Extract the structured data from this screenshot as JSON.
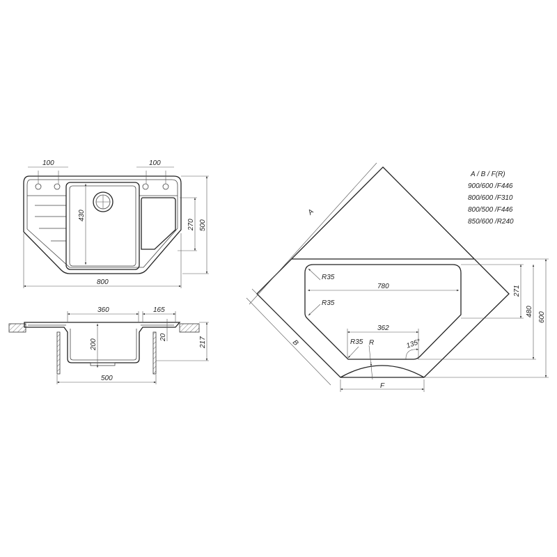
{
  "top_view": {
    "dim_hole_left": "100",
    "dim_hole_right": "100",
    "dim_width": "800",
    "dim_depth": "500",
    "dim_small_bowl": "270",
    "dim_bowl_length": "430"
  },
  "section_view": {
    "dim_bowl_width": "360",
    "dim_small_width": "165",
    "dim_bowl_depth": "200",
    "dim_small_depth": "20",
    "dim_total_height": "217",
    "dim_cabinet": "500"
  },
  "cutout_view": {
    "label_a": "A",
    "label_b": "B",
    "label_f": "F",
    "label_r": "R",
    "dim_780": "780",
    "dim_362": "362",
    "dim_271": "271",
    "dim_480": "480",
    "dim_600": "600",
    "radius_1": "R35",
    "radius_2": "R35",
    "radius_3": "R35",
    "angle": "135°"
  },
  "size_table": {
    "header": "A / B / F(R)",
    "rows": [
      "900/600 /F446",
      "800/600 /F310",
      "800/500 /F446",
      "850/600 /R240"
    ]
  }
}
